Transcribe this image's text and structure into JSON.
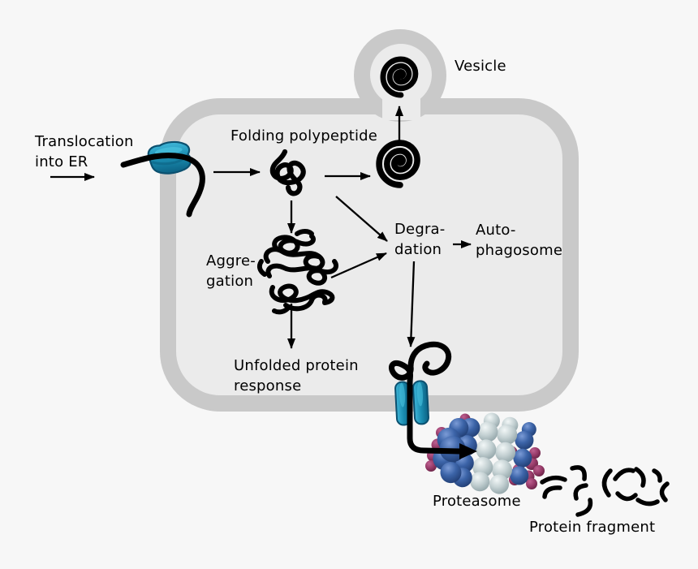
{
  "diagram": {
    "type": "ER protein folding / quality-control pathway diagram",
    "labels": {
      "translocation": "Translocation\ninto ER",
      "folding": "Folding polypeptide",
      "vesicle": "Vesicle",
      "aggregation": "Aggre-\ngation",
      "degradation": "Degra-\ndation",
      "autophagosome": "Auto-\nphagosome",
      "upr": "Unfolded protein\nresponse",
      "proteasome": "Proteasome",
      "fragment": "Protein fragment"
    },
    "colors": {
      "background": "#f7f7f7",
      "er_membrane": "#c9c9c9",
      "er_lumen": "#ebebeb",
      "polypeptide": "#000000",
      "translocon_teal": "#1a8cb0",
      "proteasome_blue": "#3c64a8",
      "proteasome_core_silver": "#c3d0d2",
      "ubiquitin_purple": "#963a68"
    }
  }
}
